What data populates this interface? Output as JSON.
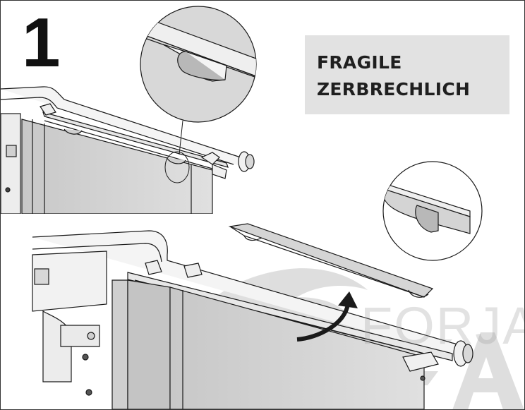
{
  "step": {
    "number": "1"
  },
  "warning": {
    "line1": "FRAGILE",
    "line2": "ZERBRECHLICH"
  },
  "watermark": {
    "brand": "FORJAS"
  },
  "colors": {
    "line": "#1a1a1a",
    "panel": "#d2d2d2",
    "caption_bg": "#e2e2e2",
    "arrow": "#1a1a1a",
    "watermark": "#b5b5b5"
  },
  "icons": [
    "curved-arrow-icon",
    "magnifier-callout-icon",
    "watermark-logo-icon"
  ]
}
